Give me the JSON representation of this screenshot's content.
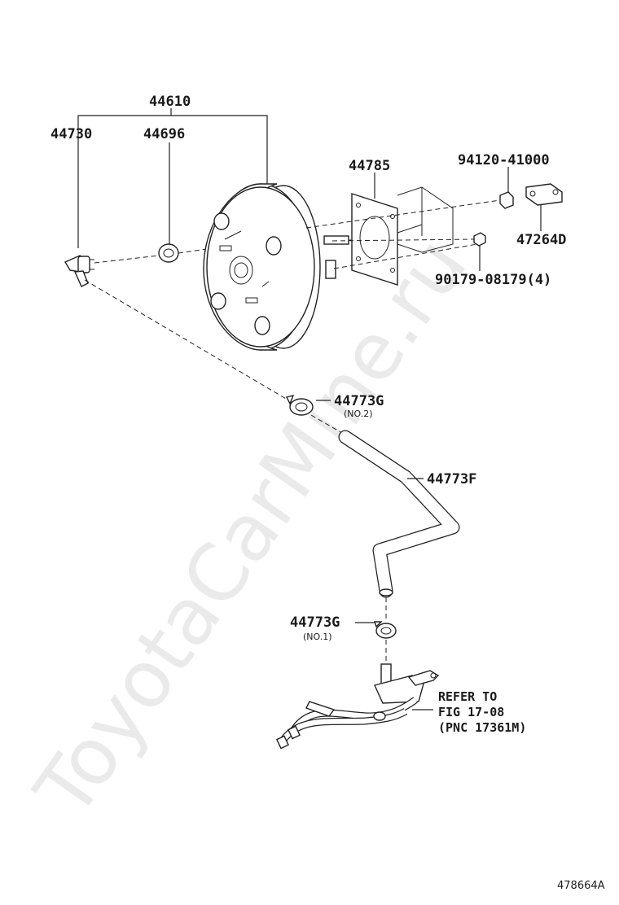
{
  "labels": {
    "p44610": "44610",
    "p44730": "44730",
    "p44696": "44696",
    "p44785": "44785",
    "p94120": "94120-41000",
    "p47264D": "47264D",
    "p90179": "90179-08179(4)",
    "p44773G_2": "44773G",
    "no2": "(NO.2)",
    "p44773F": "44773F",
    "p44773G_1": "44773G",
    "no1": "(NO.1)",
    "ref1": "REFER TO",
    "ref2": "FIG 17-08",
    "ref3": "(PNC 17361M)"
  },
  "watermark": "ToyotaCarMine.ru",
  "diagram_id": "478664A"
}
